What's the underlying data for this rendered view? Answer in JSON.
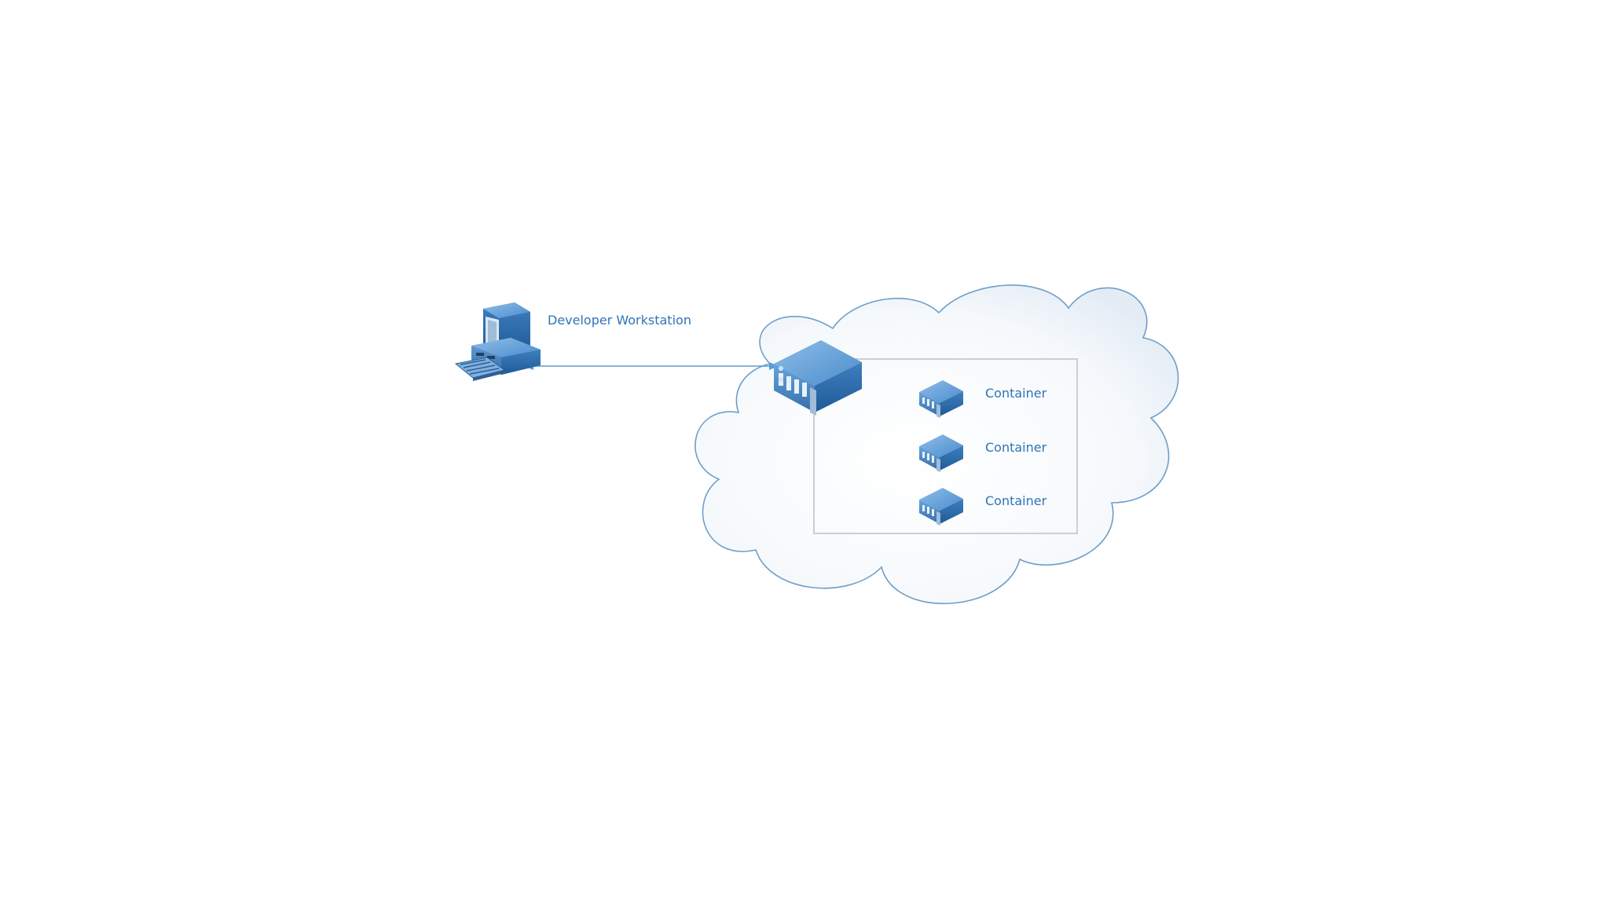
{
  "colors": {
    "background": "#ffffff",
    "line": "#5b9bd5",
    "label_text": "#2e75b6",
    "cloud_stroke": "#6f9ec9",
    "box_stroke": "#bfbfbf",
    "device_blue": "#3f7fc0"
  },
  "workstation": {
    "label": "Developer Workstation",
    "icon": "desktop-computer-icon"
  },
  "connection": {
    "type": "bidirectional-arrow",
    "from": "workstation",
    "to": "host-server"
  },
  "cloud": {
    "icon": "cloud-shape",
    "host": {
      "icon": "server-icon"
    },
    "containers": [
      {
        "label": "Container",
        "icon": "container-server-icon"
      },
      {
        "label": "Container",
        "icon": "container-server-icon"
      },
      {
        "label": "Container",
        "icon": "container-server-icon"
      }
    ]
  }
}
